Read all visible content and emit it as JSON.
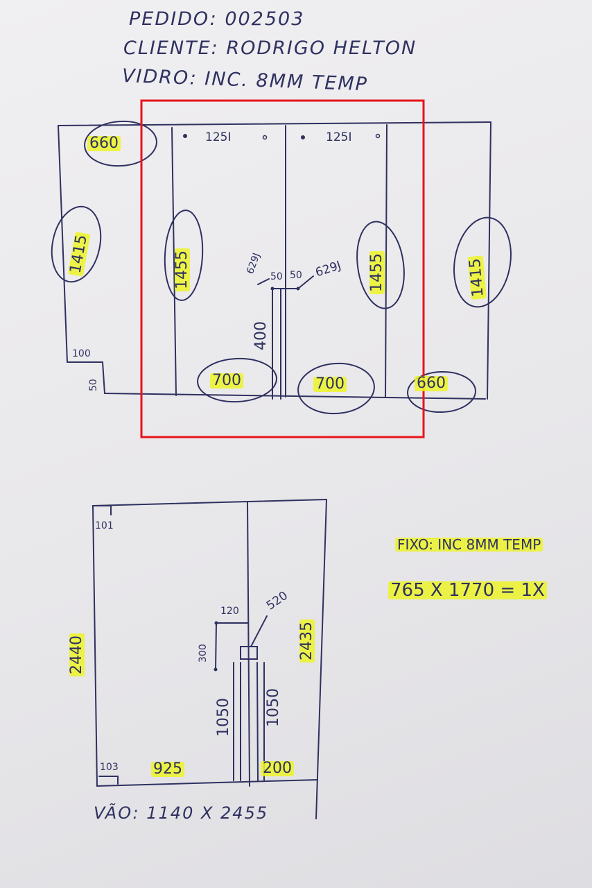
{
  "header": {
    "order_line": "PEDIDO: 002503",
    "client_line": "CLIENTE: RODRIGO HELTON",
    "glass_line": "VIDRO: INC. 8MM TEMP"
  },
  "top_drawing": {
    "top_left_width": "660",
    "top_holes": [
      "125I",
      "125I"
    ],
    "left_height": "1415",
    "right_height": "1415",
    "center_left_height": "1455",
    "center_right_height": "1455",
    "hinge_note_left": "629J",
    "hinge_note_right": "629J",
    "offset_left": "50",
    "offset_right": "50",
    "lock_height": "400",
    "notch_width": "100",
    "notch_height": "50",
    "bottom_widths": [
      "700",
      "700",
      "660"
    ]
  },
  "bottom_drawing": {
    "corner_top": "101",
    "corner_bottom": "103",
    "left_height": "2440",
    "right_height": "2435",
    "handle_offset": "120",
    "handle_height": "300",
    "lock_note": "520",
    "left_leg": "1050",
    "right_leg": "1050",
    "bottom_left_width": "925",
    "bottom_right_width": "200",
    "opening": "VÃO: 1140 X 2455"
  },
  "fixed_panel": {
    "label": "FIXO: INC 8MM TEMP",
    "spec": "765 X 1770 = 1X"
  },
  "colors": {
    "ink": "#2f3160",
    "highlight": "#ecf428",
    "selection_box": "#e8141b"
  }
}
